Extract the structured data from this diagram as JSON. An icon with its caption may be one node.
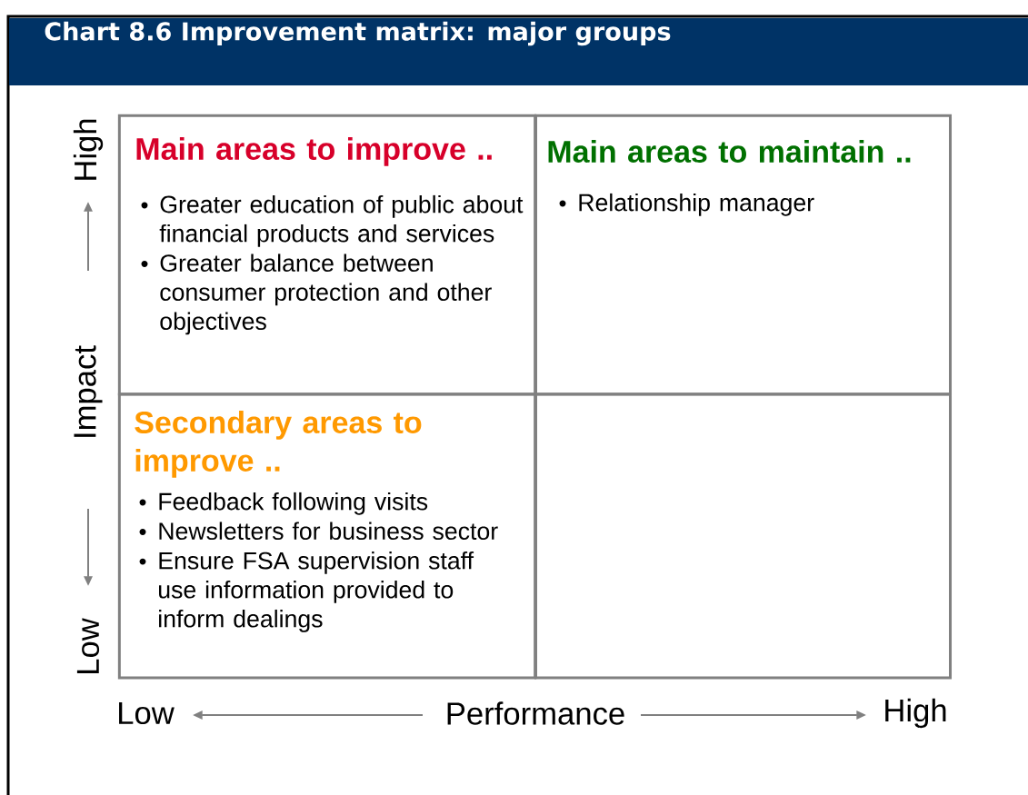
{
  "diagram": {
    "title": "Chart 8.6 Improvement matrix: major groups",
    "nodes": [
      {
        "text": [
          "Main areas to improve ..",
          "Greater education of public about financial products and services",
          "Greater balance between consumer protection and other objectives"
        ]
      },
      {
        "text": [
          "Main areas to maintain ..",
          "Relationship manager"
        ]
      },
      {
        "text": [
          "Secondary areas to improve ..",
          "Feedback following visits",
          "Newsletters for business sector",
          "Ensure FSA supervision staff use information provided to inform dealings"
        ]
      },
      {
        "text": [],
        "shape": "box"
      }
    ],
    "labels": [
      "High",
      "Impact",
      "Low",
      "Low",
      "Performance",
      "High"
    ]
  }
}
